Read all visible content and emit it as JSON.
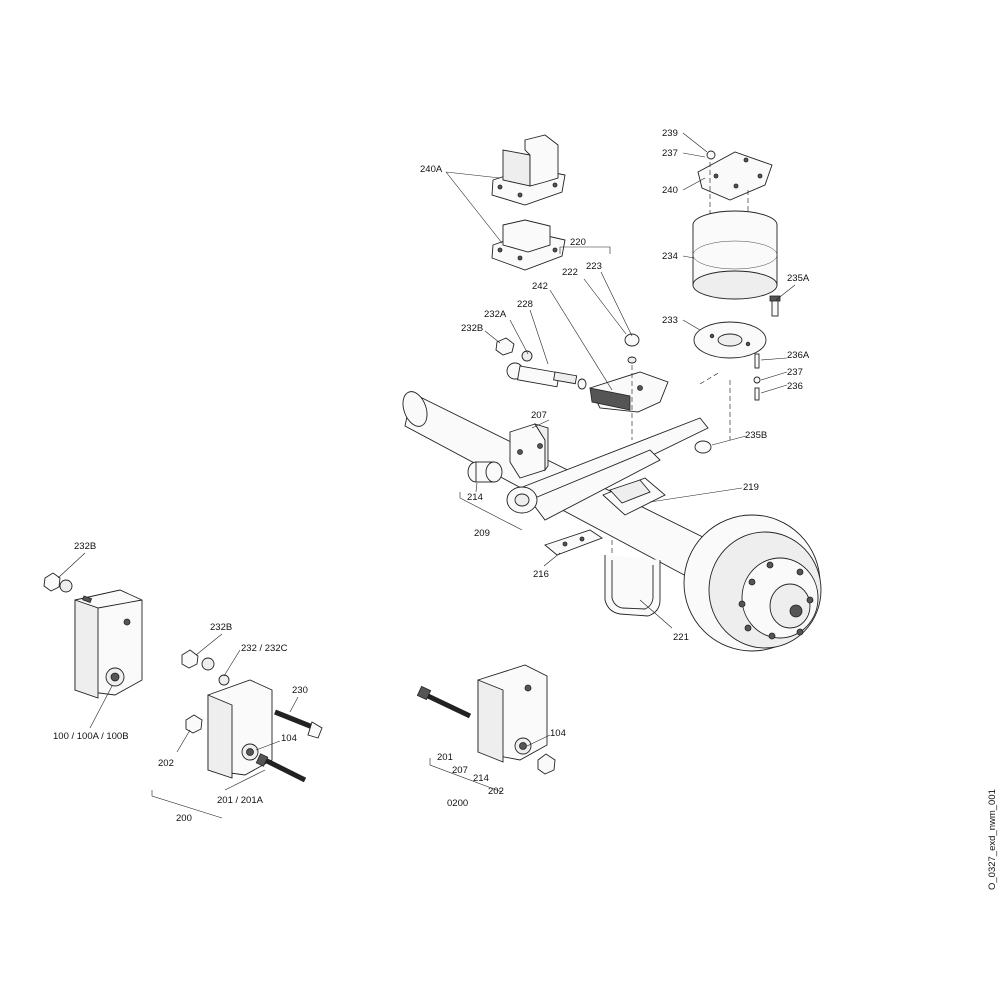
{
  "drawing_id": "O_0327_exd_nwm_001",
  "labels": {
    "l239": "239",
    "l237_top": "237",
    "l240": "240",
    "l240A": "240A",
    "l220": "220",
    "l222": "222",
    "l223": "223",
    "l234": "234",
    "l235A": "235A",
    "l242": "242",
    "l232A": "232A",
    "l228": "228",
    "l232B_top": "232B",
    "l233": "233",
    "l236A": "236A",
    "l237_mid": "237",
    "l236": "236",
    "l207_top": "207",
    "l235B": "235B",
    "l219": "219",
    "l214_top": "214",
    "l209": "209",
    "l216": "216",
    "l221": "221",
    "l232B_left": "232B",
    "l100": "100 / 100A / 100B",
    "l232B_mid": "232B",
    "l232_232C": "232 / 232C",
    "l230": "230",
    "l104_mid": "104",
    "l202_mid": "202",
    "l201_201A": "201 / 201A",
    "l200": "200",
    "l104_right": "104",
    "l201": "201",
    "l207_bottom": "207",
    "l214_bottom": "214",
    "l202_right": "202",
    "l0200": "0200"
  }
}
